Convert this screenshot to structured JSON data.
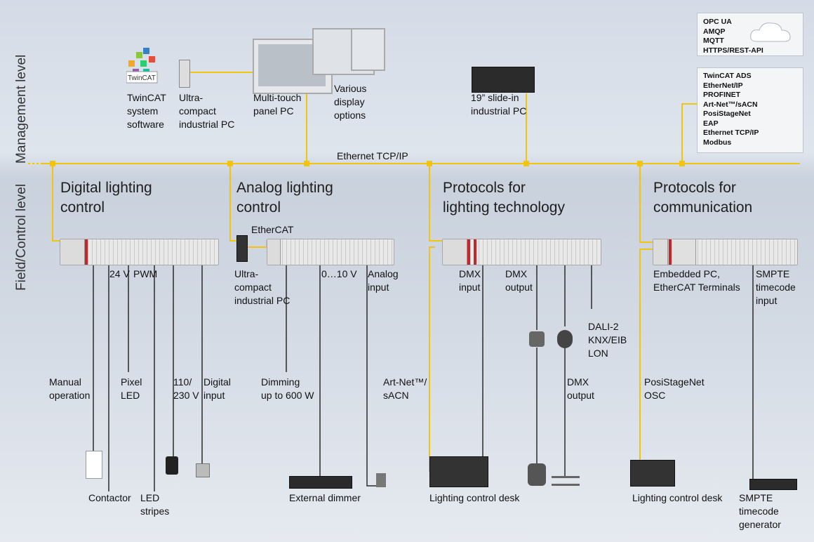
{
  "levels": {
    "management": "Management level",
    "field": "Field/Control level"
  },
  "bus": {
    "label": "Ethernet TCP/IP"
  },
  "management_devices": {
    "twincat": {
      "logo": "TwinCAT",
      "label": "TwinCAT\nsystem\nsoftware"
    },
    "ipc": {
      "label": "Ultra-\ncompact\nindustrial PC"
    },
    "panel": {
      "label": "Multi-touch\npanel PC"
    },
    "displays": {
      "label": "Various\ndisplay\noptions"
    },
    "slidein": {
      "label": "19” slide-in\nindustrial PC"
    }
  },
  "cloud_box": {
    "items": [
      "OPC UA",
      "AMQP",
      "MQTT",
      "HTTPS/REST-API"
    ]
  },
  "protocol_box": {
    "items": [
      "TwinCAT ADS",
      "EtherNet/IP",
      "PROFINET",
      "Art-Net™/sACN",
      "PosiStageNet",
      "EAP",
      "Ethernet TCP/IP",
      "Modbus"
    ]
  },
  "sections": {
    "digital": {
      "title": "Digital lighting\ncontrol",
      "labels": {
        "v24": "24 V",
        "pwm": "PWM",
        "manual": "Manual\noperation",
        "pixel": "Pixel\nLED",
        "mains": "110/\n230 V",
        "dinput": "Digital\ninput",
        "contactor": "Contactor",
        "stripes": "LED\nstripes"
      }
    },
    "analog": {
      "title": "Analog lighting\ncontrol",
      "ethercat": "EtherCAT",
      "labels": {
        "ipc": "Ultra-\ncompact\nindustrial PC",
        "v010": "0…10 V",
        "ainput": "Analog\ninput",
        "dimming": "Dimming\nup to 600 W",
        "dimmer": "External dimmer"
      }
    },
    "protocols_lighting": {
      "title": "Protocols for\nlighting technology",
      "labels": {
        "dmx_in": "DMX\ninput",
        "dmx_out": "DMX\noutput",
        "dali": "DALI-2\nKNX/EIB\nLON",
        "artnet": "Art-Net™/\nsACN",
        "dmx_out2": "DMX\noutput",
        "desk": "Lighting control desk"
      }
    },
    "protocols_comm": {
      "title": "Protocols for\ncommunication",
      "labels": {
        "embedded": "Embedded PC,\nEtherCAT Terminals",
        "smpte_in": "SMPTE\ntimecode\ninput",
        "posi": "PosiStageNet\nOSC",
        "desk": "Lighting control desk",
        "generator": "SMPTE\ntimecode\ngenerator"
      }
    }
  },
  "colors": {
    "bus": "#f2c40c",
    "signal": "#2a2a2a",
    "accent": "#c0282d"
  }
}
